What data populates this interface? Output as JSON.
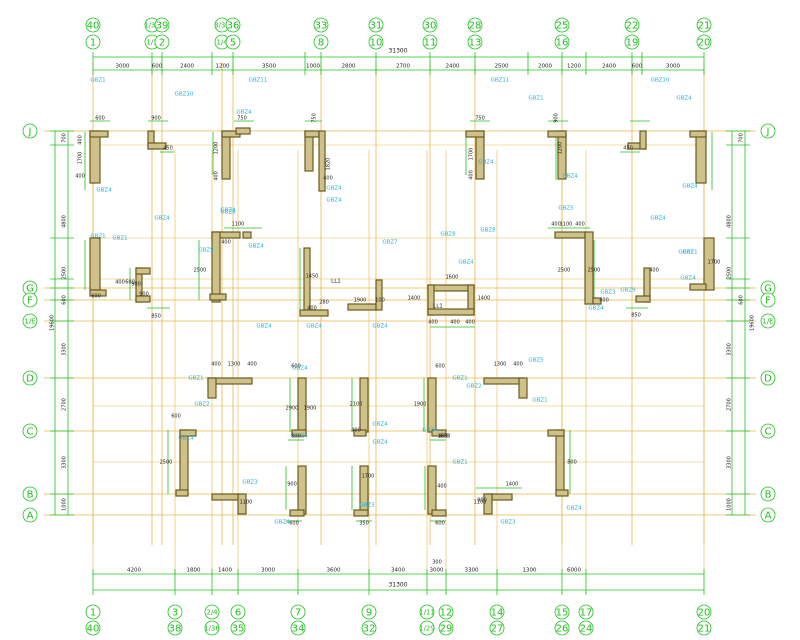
{
  "colors": {
    "background": "#ffffff",
    "axis_line": "#e8b84a",
    "dimension": "#22c022",
    "wall": "#6b5a1e",
    "wall_fill": "#cfc18a",
    "label": "#20b0d8",
    "note": "#222222"
  },
  "top_axes": [
    {
      "upper": "40",
      "lower": "1"
    },
    {
      "upper": "1/38",
      "lower": "1/1"
    },
    {
      "upper": "39",
      "lower": "2"
    },
    {
      "upper": "3/36",
      "lower": "1/4"
    },
    {
      "upper": "36",
      "lower": "5"
    },
    {
      "upper": "33",
      "lower": "8"
    },
    {
      "upper": "31",
      "lower": "10"
    },
    {
      "upper": "30",
      "lower": "11"
    },
    {
      "upper": "28",
      "lower": "13"
    },
    {
      "upper": "25",
      "lower": "16"
    },
    {
      "upper": "22",
      "lower": "19"
    },
    {
      "upper": "21",
      "lower": "20"
    }
  ],
  "bottom_axes": [
    {
      "upper": "1",
      "lower": "40"
    },
    {
      "upper": "3",
      "lower": "38"
    },
    {
      "upper": "2/4",
      "lower": "1/36"
    },
    {
      "upper": "6",
      "lower": "35"
    },
    {
      "upper": "7",
      "lower": "34"
    },
    {
      "upper": "9",
      "lower": "32"
    },
    {
      "upper": "1/11",
      "lower": "1/29"
    },
    {
      "upper": "12",
      "lower": "29"
    },
    {
      "upper": "14",
      "lower": "27"
    },
    {
      "upper": "15",
      "lower": "26"
    },
    {
      "upper": "17",
      "lower": "24"
    },
    {
      "upper": "20",
      "lower": "21"
    }
  ],
  "row_axes": [
    "J",
    "G",
    "F",
    "1/E",
    "D",
    "C",
    "B",
    "A"
  ],
  "top_total": "31300",
  "bottom_total": "31300",
  "top_dims": [
    "3000",
    "600",
    "2400",
    "1200",
    "3500",
    "1000",
    "2800",
    "2700",
    "2400",
    "2500",
    "2000",
    "1200",
    "2400",
    "600",
    "3000"
  ],
  "bottom_dims": [
    "4200",
    "1800",
    "1400",
    "3000",
    "3600",
    "3400",
    "3000",
    "3300",
    "1300",
    "6000"
  ],
  "bottom_small_dim": "300",
  "left_dims": [
    "700",
    "4800",
    "2500",
    "600",
    "19600",
    "3300",
    "2700",
    "3300",
    "1000"
  ],
  "right_dims": [
    "700",
    "4800",
    "2500",
    "600",
    "19600",
    "3300",
    "2700",
    "3300",
    "1000"
  ],
  "wall_dims": [
    "600",
    "900",
    "450",
    "750",
    "400",
    "1700",
    "400",
    "1200",
    "400",
    "1820",
    "750",
    "400",
    "750",
    "900",
    "1200",
    "1700",
    "400",
    "450",
    "1100",
    "400",
    "2500",
    "2500",
    "400",
    "900",
    "600",
    "850",
    "400",
    "900",
    "600",
    "1450",
    "1400",
    "1400",
    "1600",
    "400",
    "400",
    "400",
    "1900",
    "100",
    "280",
    "400",
    "1100",
    "400",
    "400",
    "2500",
    "1700",
    "400",
    "850",
    "400",
    "1300",
    "400",
    "600",
    "1900",
    "800",
    "2100",
    "400",
    "1900",
    "800",
    "1300",
    "400",
    "600",
    "600",
    "2500",
    "800",
    "1600",
    "2900",
    "1100",
    "900",
    "600",
    "1700",
    "350",
    "600",
    "900",
    "1400",
    "1100",
    "400"
  ],
  "wall_labels": [
    "GBZ1",
    "GBZ10",
    "GBZ4",
    "GBZ11",
    "GBZ11",
    "GBZ1",
    "GBZ10",
    "GBZ4",
    "GBZ4",
    "GBZ4",
    "GBZ4",
    "GBZ4",
    "GBZ4",
    "GBZ4",
    "GBZ4",
    "GBZ6",
    "GBZ4",
    "GBZ4",
    "GBZ9",
    "GBZ1",
    "LL1",
    "GBZ7",
    "GBZ8",
    "GBZ8",
    "GBZ4",
    "LL1",
    "GBZ5",
    "GBZ4",
    "GBZ9",
    "GBZ1",
    "GBZ4",
    "GBZ4",
    "GBZ4",
    "GBZ4",
    "GBZ1",
    "GBZ2",
    "GBZ4",
    "GBZ4",
    "GBZ4",
    "GBZ1",
    "GBZ2",
    "GBZ5",
    "GBZ1",
    "GBZ4",
    "GBZ4",
    "GBZ4",
    "GBZ3",
    "GBZ1",
    "GBZ3",
    "GBZ1",
    "GBZ3",
    "GBZ4",
    "GBZ1",
    "GBZ4",
    "GBZ3",
    "GBZ4"
  ]
}
